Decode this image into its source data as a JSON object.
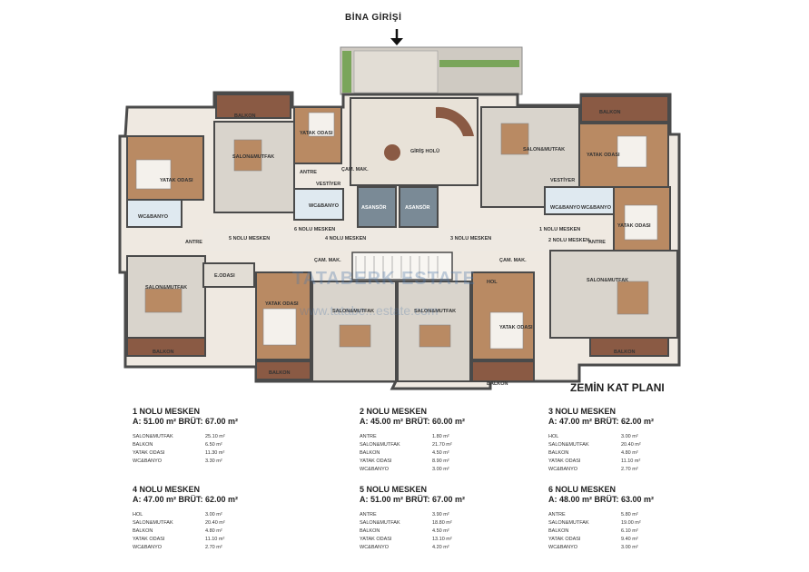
{
  "header": {
    "entrance_label": "BİNA GİRİŞİ",
    "plan_title": "ZEMİN KAT PLANI"
  },
  "watermark": {
    "brand": "TATABERK ESTATE",
    "site": "www.tatabe...estate.com"
  },
  "rooms": {
    "balkon": "BALKON",
    "yatak_odasi": "YATAK ODASI",
    "salon_mutfak": "SALON&MUTFAK",
    "antre": "ANTRE",
    "cam_mak": "ÇAM. MAK.",
    "vestiyer": "VESTİYER",
    "wc_banyo": "WC&BANYO",
    "giris_holu": "GİRİŞ HOLÜ",
    "asansor": "ASANSÖR",
    "e_odasi": "E.ODASI",
    "hol": "HOL",
    "mesken_1": "1 NOLU MESKEN",
    "mesken_2": "2 NOLU MESKEN",
    "mesken_3": "3 NOLU MESKEN",
    "mesken_4": "4 NOLU MESKEN",
    "mesken_5": "5 NOLU MESKEN",
    "mesken_6": "6 NOLU MESKEN"
  },
  "colors": {
    "wall": "#4a4a4a",
    "floor_wood": "#b98a63",
    "floor_tile": "#d9d4cc",
    "balcony": "#8a5a44",
    "green": "#7aa55a"
  },
  "units": [
    {
      "name": "1 NOLU MESKEN",
      "area": "A: 51.00 m² BRÜT: 67.00 m²",
      "rows": [
        [
          "SALON&MUTFAK",
          "25.10 m²"
        ],
        [
          "BALKON",
          "6.50 m²"
        ],
        [
          "YATAK ODASI",
          "11.30 m²"
        ],
        [
          "WC&BANYO",
          "3.30 m²"
        ]
      ]
    },
    {
      "name": "2 NOLU MESKEN",
      "area": "A: 45.00 m² BRÜT: 60.00 m²",
      "rows": [
        [
          "ANTRE",
          "1.80 m²"
        ],
        [
          "SALON&MUTFAK",
          "21.70 m²"
        ],
        [
          "BALKON",
          "4.50 m²"
        ],
        [
          "YATAK ODASI",
          "8.90 m²"
        ],
        [
          "WC&BANYO",
          "3.00 m²"
        ]
      ]
    },
    {
      "name": "3 NOLU MESKEN",
      "area": "A: 47.00 m² BRÜT: 62.00 m²",
      "rows": [
        [
          "HOL",
          "3.00 m²"
        ],
        [
          "SALON&MUTFAK",
          "20.40 m²"
        ],
        [
          "BALKON",
          "4.80 m²"
        ],
        [
          "YATAK ODASI",
          "11.10 m²"
        ],
        [
          "WC&BANYO",
          "2.70 m²"
        ]
      ]
    },
    {
      "name": "4 NOLU MESKEN",
      "area": "A: 47.00 m² BRÜT: 62.00 m²",
      "rows": [
        [
          "HOL",
          "3.00 m²"
        ],
        [
          "SALON&MUTFAK",
          "20.40 m²"
        ],
        [
          "BALKON",
          "4.80 m²"
        ],
        [
          "YATAK ODASI",
          "11.10 m²"
        ],
        [
          "WC&BANYO",
          "2.70 m²"
        ]
      ]
    },
    {
      "name": "5 NOLU MESKEN",
      "area": "A: 51.00 m² BRÜT: 67.00 m²",
      "rows": [
        [
          "ANTRE",
          "3.90 m²"
        ],
        [
          "SALON&MUTFAK",
          "18.80 m²"
        ],
        [
          "BALKON",
          "4.50 m²"
        ],
        [
          "YATAK ODASI",
          "13.10 m²"
        ],
        [
          "WC&BANYO",
          "4.20 m²"
        ]
      ]
    },
    {
      "name": "6 NOLU MESKEN",
      "area": "A: 48.00 m² BRÜT: 63.00 m²",
      "rows": [
        [
          "ANTRE",
          "5.80 m²"
        ],
        [
          "SALON&MUTFAK",
          "19.00 m²"
        ],
        [
          "BALKON",
          "6.10 m²"
        ],
        [
          "YATAK ODASI",
          "9.40 m²"
        ],
        [
          "WC&BANYO",
          "3.00 m²"
        ]
      ]
    }
  ]
}
